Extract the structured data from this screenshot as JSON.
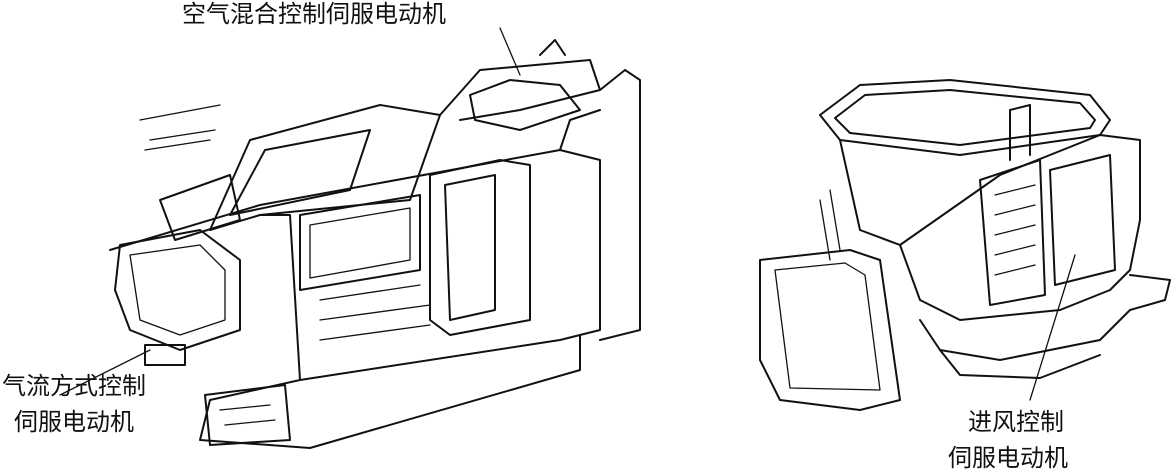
{
  "labels": {
    "air_mix": "空气混合控制伺服电动机",
    "airflow_mode_line1": "气流方式控制",
    "airflow_mode_line2": "伺服电动机",
    "intake_line1": "进风控制",
    "intake_line2": "伺服电动机"
  }
}
